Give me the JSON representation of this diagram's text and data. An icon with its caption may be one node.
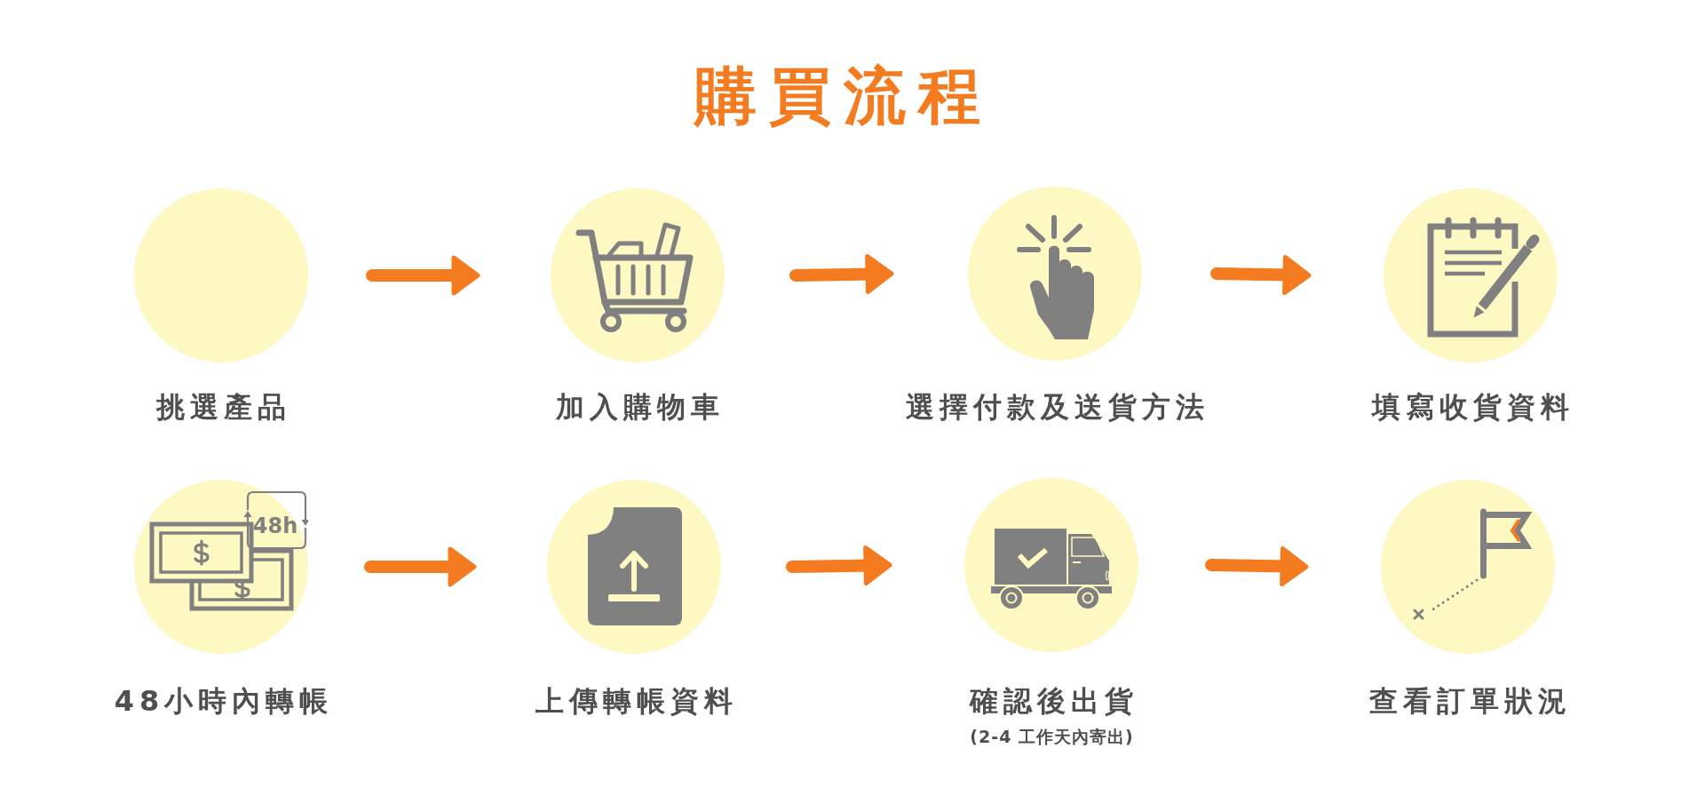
{
  "diagram": {
    "title": "購買流程",
    "nodes": [
      {
        "text": [
          "挑選產品"
        ]
      },
      {
        "text": [
          "加入購物車"
        ]
      },
      {
        "text": [
          "選擇付款及送貨方法"
        ]
      },
      {
        "text": [
          "填寫收貨資料"
        ]
      },
      {
        "text": [
          "48小時內轉帳"
        ]
      },
      {
        "text": [
          "上傳轉帳資料"
        ]
      },
      {
        "text": [
          "確認後出貨",
          "(2-4 工作天內寄出)"
        ]
      },
      {
        "text": [
          "查看訂單狀況"
        ]
      }
    ],
    "edges": [
      {
        "from": 0,
        "to": 1,
        "arrow": "to"
      },
      {
        "from": 1,
        "to": 2,
        "arrow": "to"
      },
      {
        "from": 2,
        "to": 3,
        "arrow": "to"
      },
      {
        "from": 4,
        "to": 5,
        "arrow": "to"
      },
      {
        "from": 5,
        "to": 6,
        "arrow": "to"
      },
      {
        "from": 6,
        "to": 7,
        "arrow": "to"
      }
    ],
    "labels": [
      "48h"
    ]
  }
}
